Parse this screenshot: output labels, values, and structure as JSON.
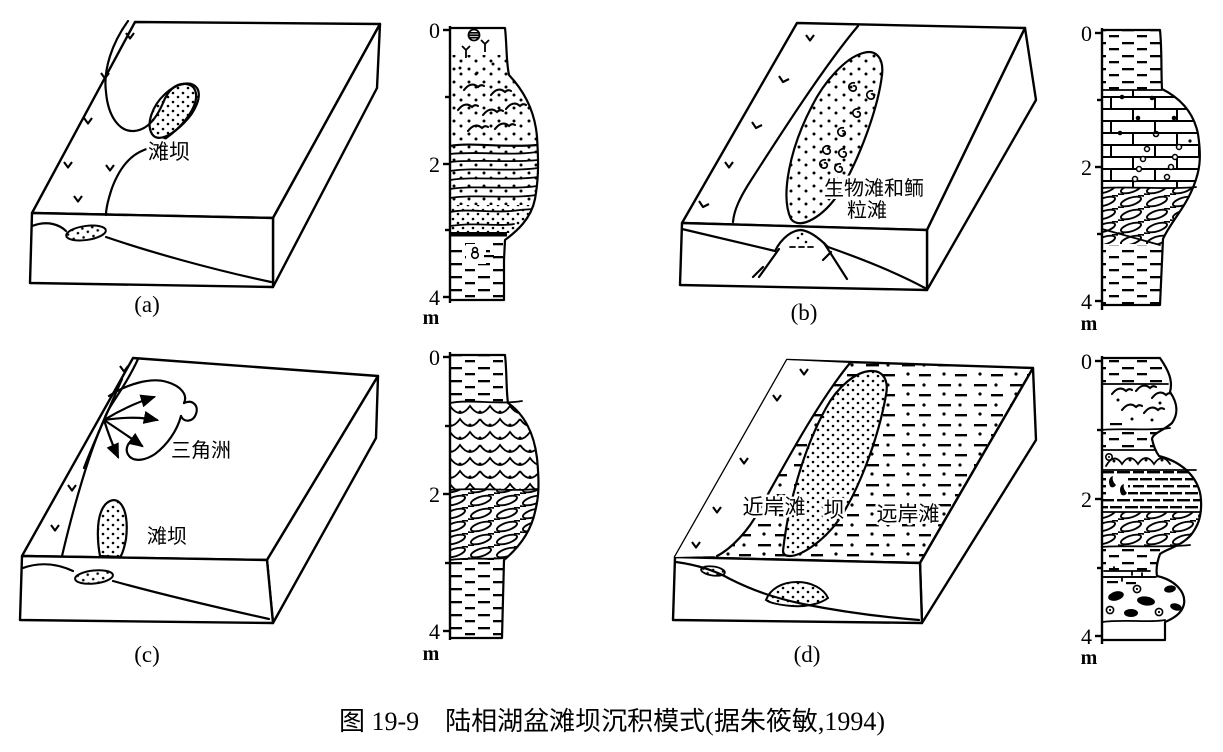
{
  "figure": {
    "caption": {
      "figure_no": "图 19-9",
      "title": "陆相湖盆滩坝沉积模式",
      "credit": "(据朱筱敏,1994)",
      "full": "图 19-9　陆相湖盆滩坝沉积模式(据朱筱敏,1994)"
    },
    "panels": [
      {
        "id": "a",
        "letter": "(a)",
        "annotations": {
          "beach_bar": "滩坝"
        },
        "icons": [
          "shoreline-v-marks",
          "beach-bar-lobe",
          "buried-bar-lens"
        ],
        "column": {
          "ticks": [
            "0",
            "2",
            "4"
          ],
          "unit": "m",
          "depth_range_m": [
            0,
            4
          ],
          "lithology_sequence": [
            "charophyte-and-root-traces",
            "flaser-ripple-laminated-sand",
            "thin-interbedded-sand-and-mud",
            "dotted-sandstone",
            "mudstone-with-gastropod"
          ]
        }
      },
      {
        "id": "b",
        "letter": "(b)",
        "annotations": {
          "line1": "生物滩和鲕",
          "line2": "粒滩",
          "full": "生物滩和鲕粒滩"
        },
        "icons": [
          "shoreline-v-marks",
          "bioclastic-lobe-with-snails",
          "fault-bounded-mound"
        ],
        "column": {
          "ticks": [
            "0",
            "2",
            "4"
          ],
          "unit": "m",
          "depth_range_m": [
            0,
            4
          ],
          "lithology_sequence": [
            "mudstone",
            "dotted-limestone-bricks-with-algal-strings",
            "oolitic-cross-bedded-grainstone",
            "mudstone"
          ]
        }
      },
      {
        "id": "c",
        "letter": "(c)",
        "annotations": {
          "delta": "三角洲",
          "beach_bar": "滩坝"
        },
        "icons": [
          "shoreline-v-marks",
          "delta-distributaries",
          "beach-bar-lobe",
          "buried-bar-lens"
        ],
        "column": {
          "ticks": [
            "0",
            "2",
            "4"
          ],
          "unit": "m",
          "depth_range_m": [
            0,
            4
          ],
          "lithology_sequence": [
            "mudstone",
            "trough-cross-bedded-sandstone",
            "tabular-cross-bedded-sandstone",
            "mudstone"
          ]
        }
      },
      {
        "id": "d",
        "letter": "(d)",
        "annotations": {
          "nearshore_beach": "近岸滩",
          "bar": "坝",
          "offshore_beach": "远岸滩"
        },
        "icons": [
          "shoreline-v-marks",
          "bar-lobe",
          "silty-sheet-texture",
          "buried-bar-lenses"
        ],
        "column": {
          "ticks": [
            "0",
            "2",
            "4"
          ],
          "unit": "m",
          "depth_range_m": [
            0,
            4
          ],
          "lithology_sequence": [
            "mudstone",
            "wavy-ripple-sand",
            "mudstone",
            "trough-cross-beds",
            "platy-shell-limestone",
            "tabular-cross-beds",
            "silty-mudstone",
            "conglomerate-lag"
          ]
        }
      }
    ]
  }
}
